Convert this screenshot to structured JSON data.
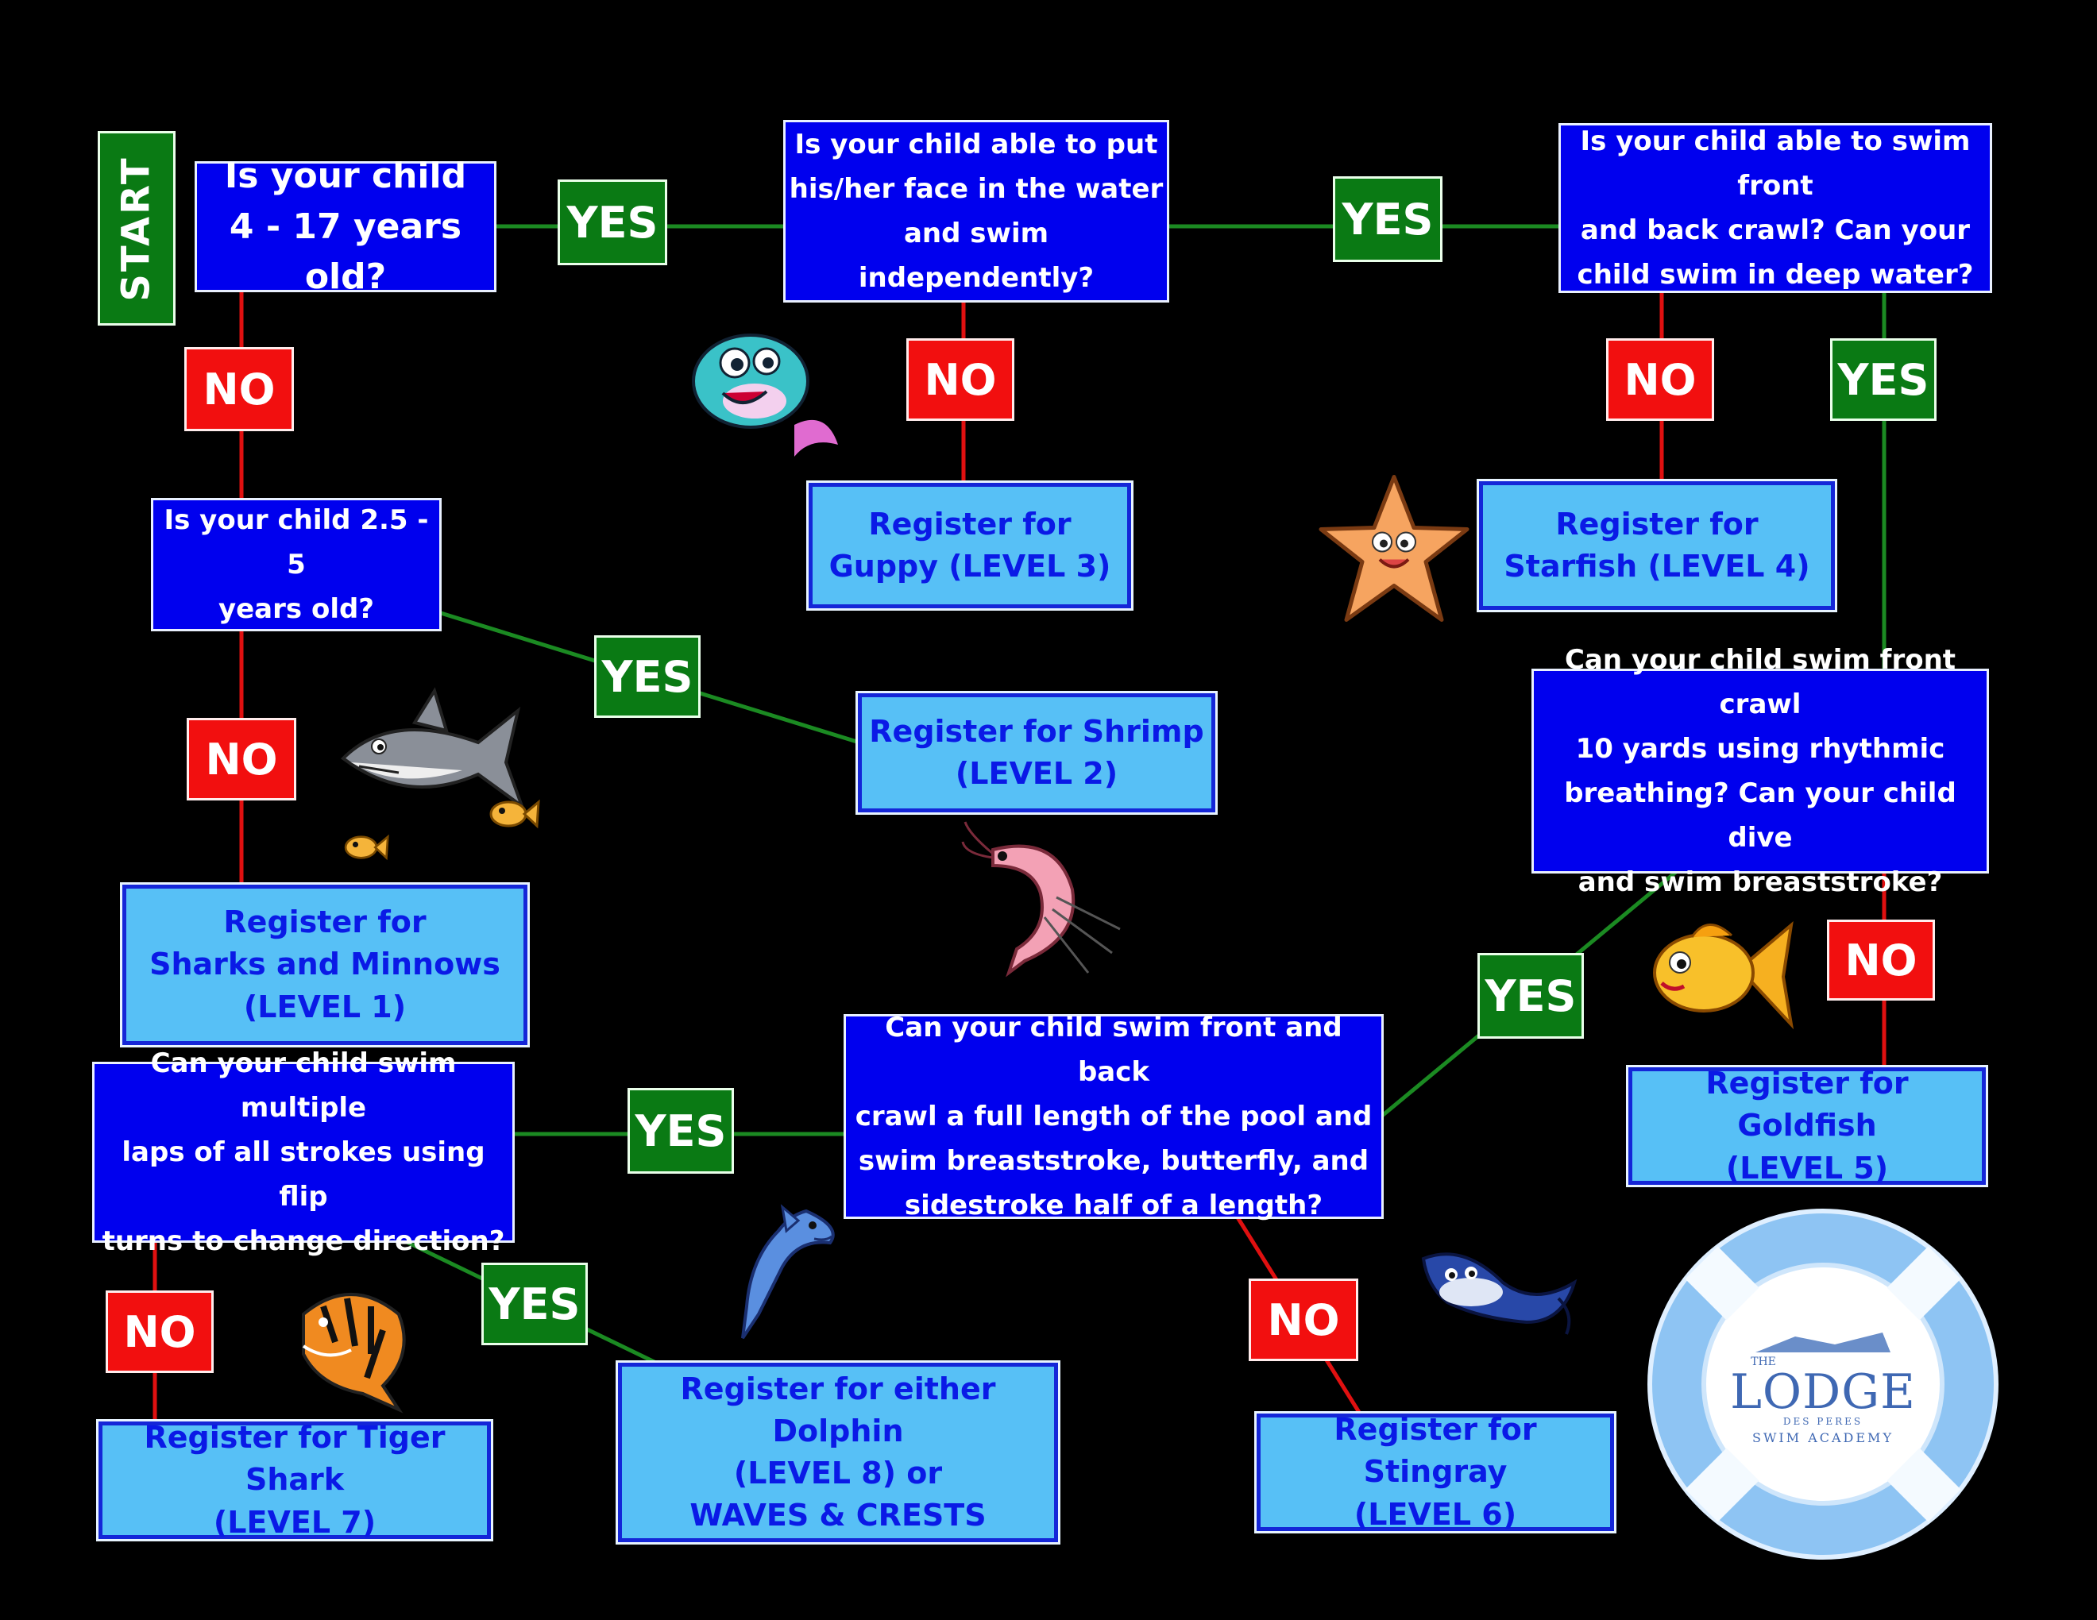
{
  "start_label": "START",
  "questions": {
    "age_4_17": "Is your child\n4  - 17 years old?",
    "face_in_water": "Is your child able to put\nhis/her face in the water\nand swim independently?",
    "front_back_crawl": "Is your child able to swim front\nand back crawl?  Can your\nchild swim in deep water?",
    "age_2_5": "Is your child 2.5 - 5\nyears old?",
    "rhythmic_breathing": "Can your child swim front crawl\n10 yards using rhythmic\nbreathing?  Can your child dive\nand swim breaststroke?",
    "full_length": "Can your child swim front and back\ncrawl a full length of the pool and\nswim breaststroke, butterfly, and\nsidestroke half of a length?",
    "multiple_laps": "Can your child swim multiple\nlaps of all strokes using flip\nturns to change direction?"
  },
  "results": {
    "guppy": "Register for\nGuppy (LEVEL 3)",
    "starfish": "Register for\nStarfish (LEVEL 4)",
    "shrimp": "Register for Shrimp\n(LEVEL 2)",
    "sharks_minnows": "Register for\nSharks and Minnows\n(LEVEL 1)",
    "goldfish": "Register for Goldfish\n(LEVEL 5)",
    "tiger_shark": "Register for Tiger Shark\n(LEVEL 7)",
    "dolphin": "Register for either Dolphin\n(LEVEL 8) or\nWAVES & CRESTS",
    "stingray": "Register for Stingray\n(LEVEL 6)"
  },
  "labels": {
    "yes": "YES",
    "no": "NO"
  },
  "logo": {
    "small_top": "THE",
    "name": "LODGE",
    "sub": "DES PERES",
    "tagline": "SWIM ACADEMY"
  },
  "colors": {
    "question_fill": "#0000ee",
    "result_fill": "#57c0f6",
    "yes_fill": "#0a7a14",
    "no_fill": "#f20f0f",
    "background": "#000000"
  }
}
